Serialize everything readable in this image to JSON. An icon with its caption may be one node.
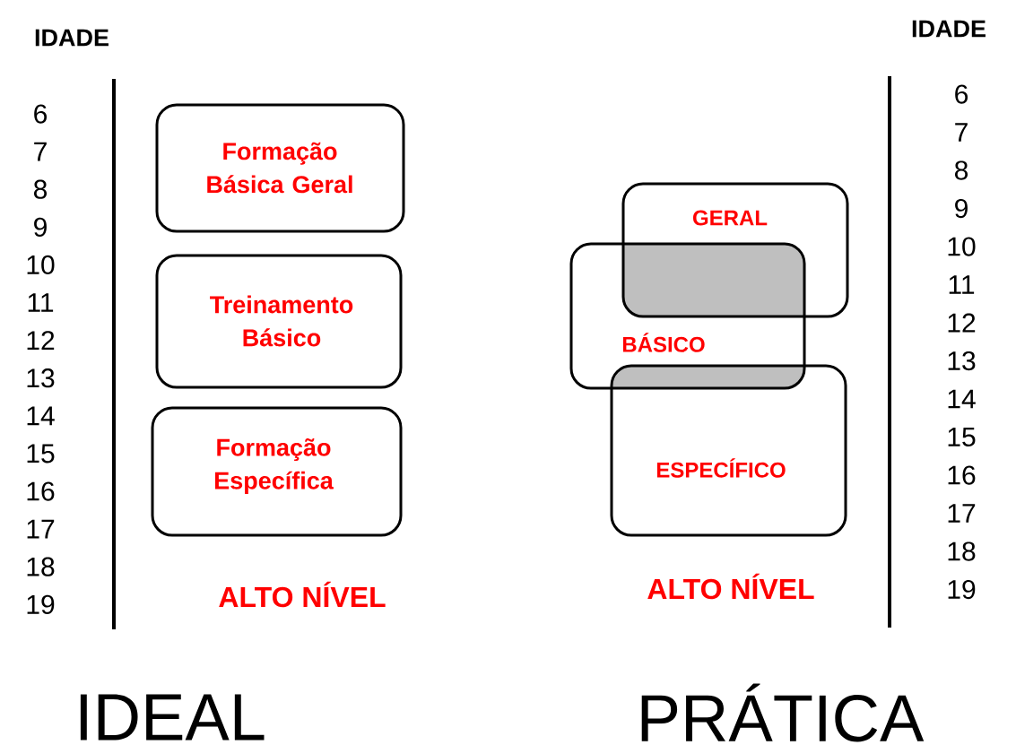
{
  "diagram": {
    "nodes": [
      {
        "text": [
          "Formação Básica Geral"
        ]
      },
      {
        "text": [
          "Treinamento Básico"
        ]
      },
      {
        "text": [
          "Formação Específica"
        ]
      },
      {
        "text": [
          "GERAL"
        ]
      },
      {
        "text": [
          "BÁSICO"
        ]
      },
      {
        "text": [
          "ESPECÍFICO"
        ]
      }
    ],
    "labels": [
      "IDADE",
      "6",
      "7",
      "8",
      "9",
      "10",
      "11",
      "12",
      "13",
      "14",
      "15",
      "16",
      "17",
      "18",
      "19",
      "ALTO NÍVEL",
      "IDADE",
      "6",
      "7",
      "8",
      "9",
      "10",
      "11",
      "12",
      "13",
      "14",
      "15",
      "16",
      "17",
      "18",
      "19",
      "ALTO NÍVEL",
      "IDEAL",
      "PRÁTICA"
    ]
  }
}
